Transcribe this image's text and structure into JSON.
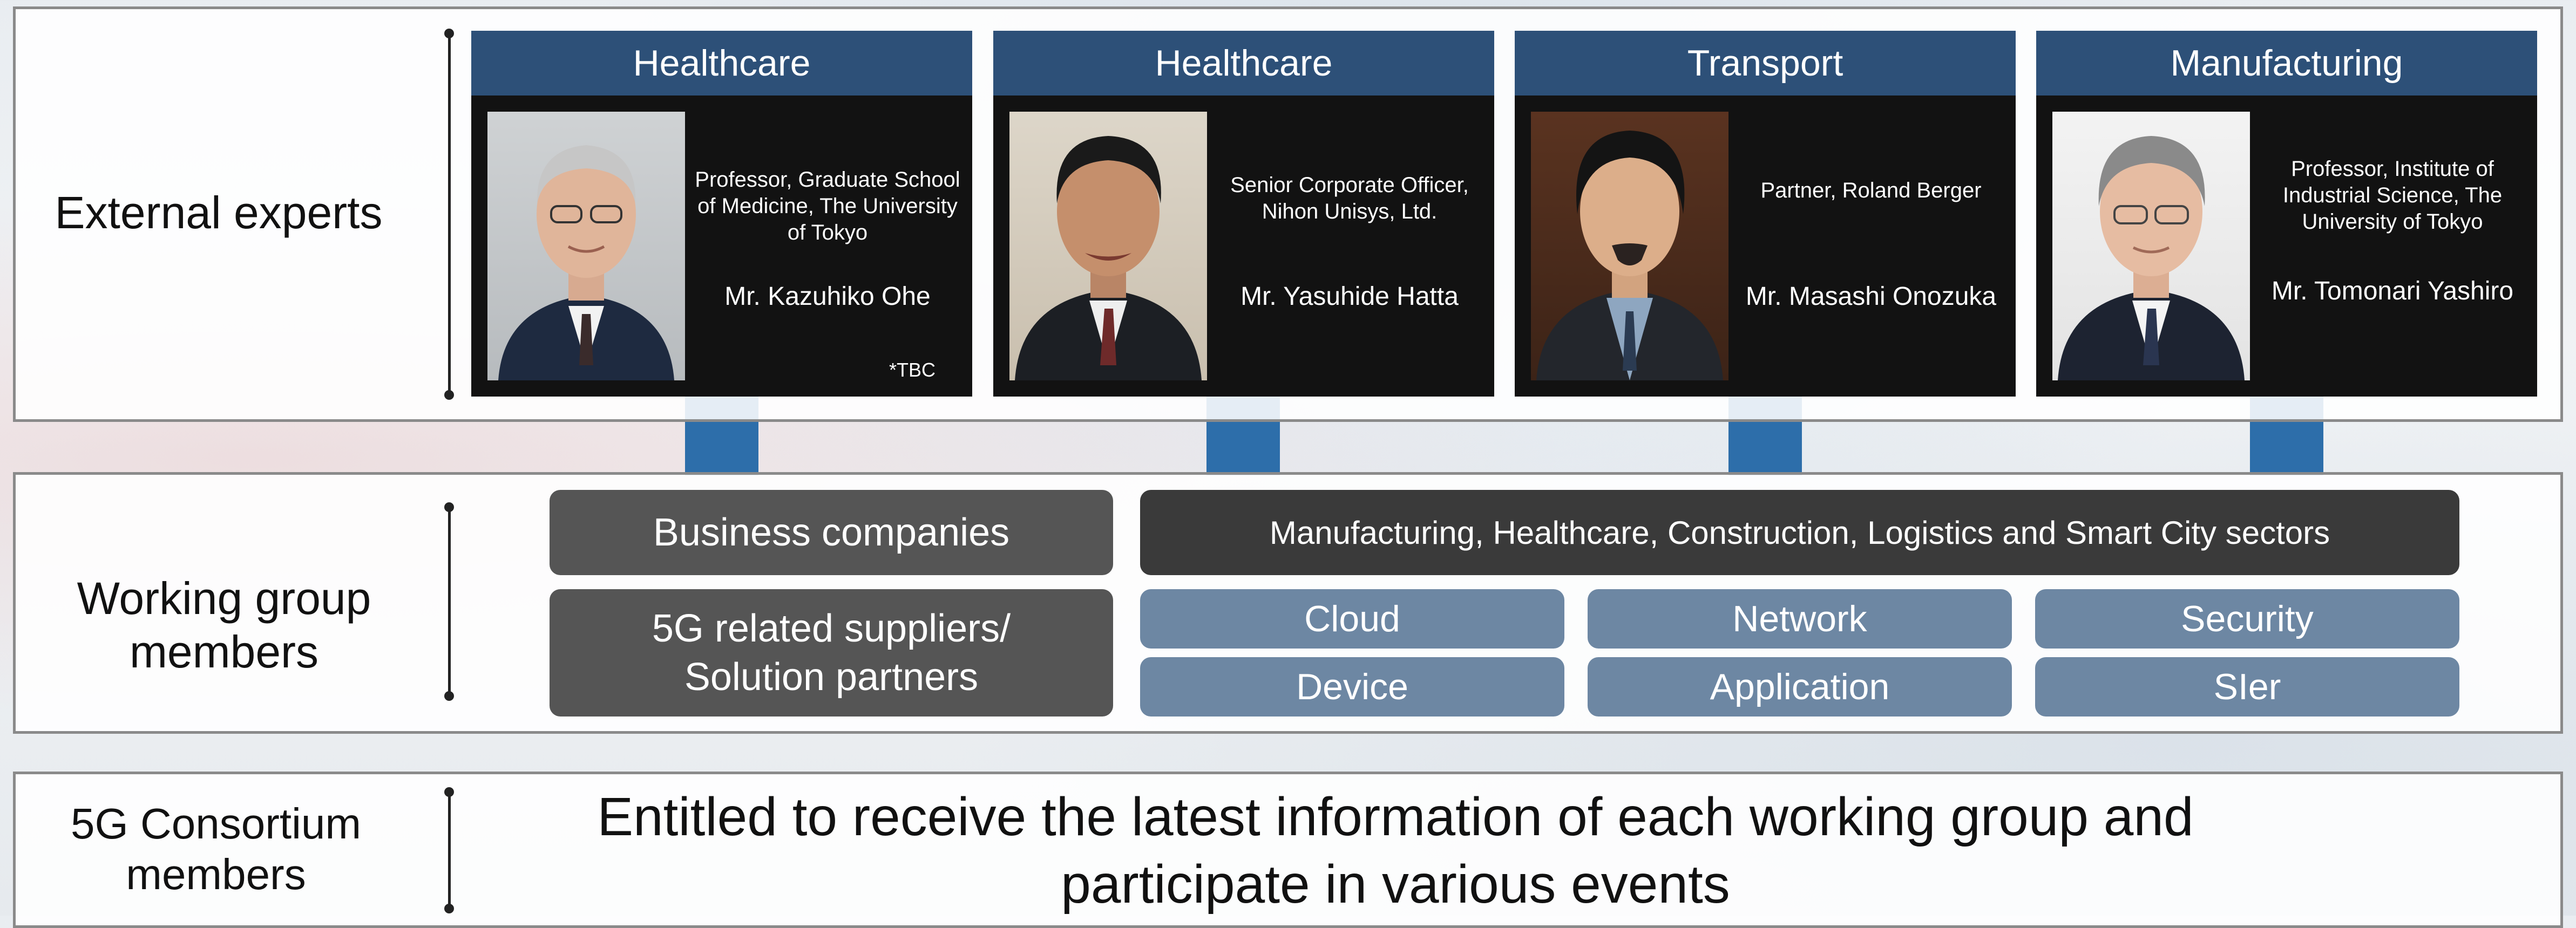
{
  "rows": {
    "experts_label": "External experts",
    "wg_label": "Working group members",
    "consortium_label": "5G Consortium members"
  },
  "experts": [
    {
      "sector": "Healthcare",
      "title": "Professor, Graduate School of Medicine, The University of Tokyo",
      "name": "Mr. Kazuhiko Ohe",
      "note": "*TBC"
    },
    {
      "sector": "Healthcare",
      "title": "Senior Corporate Officer, Nihon Unisys, Ltd.",
      "name": "Mr. Yasuhide Hatta",
      "note": ""
    },
    {
      "sector": "Transport",
      "title": "Partner, Roland Berger",
      "name": "Mr. Masashi Onozuka",
      "note": ""
    },
    {
      "sector": "Manufacturing",
      "title": "Professor, Institute of Industrial Science, The University of Tokyo",
      "name": "Mr. Tomonari Yashiro",
      "note": ""
    }
  ],
  "working_group": {
    "business_companies": "Business companies",
    "sectors": "Manufacturing, Healthcare, Construction, Logistics and Smart City sectors",
    "suppliers": "5G related suppliers/ Solution partners",
    "categories": [
      "Cloud",
      "Network",
      "Security",
      "Device",
      "Application",
      "SIer"
    ]
  },
  "consortium": {
    "description": "Entitled to receive the latest information of each working group and participate in various events"
  },
  "colors": {
    "header_blue": "#2d5078",
    "connector_blue": "#2d6eaa",
    "category_blue": "#6d87a3"
  }
}
